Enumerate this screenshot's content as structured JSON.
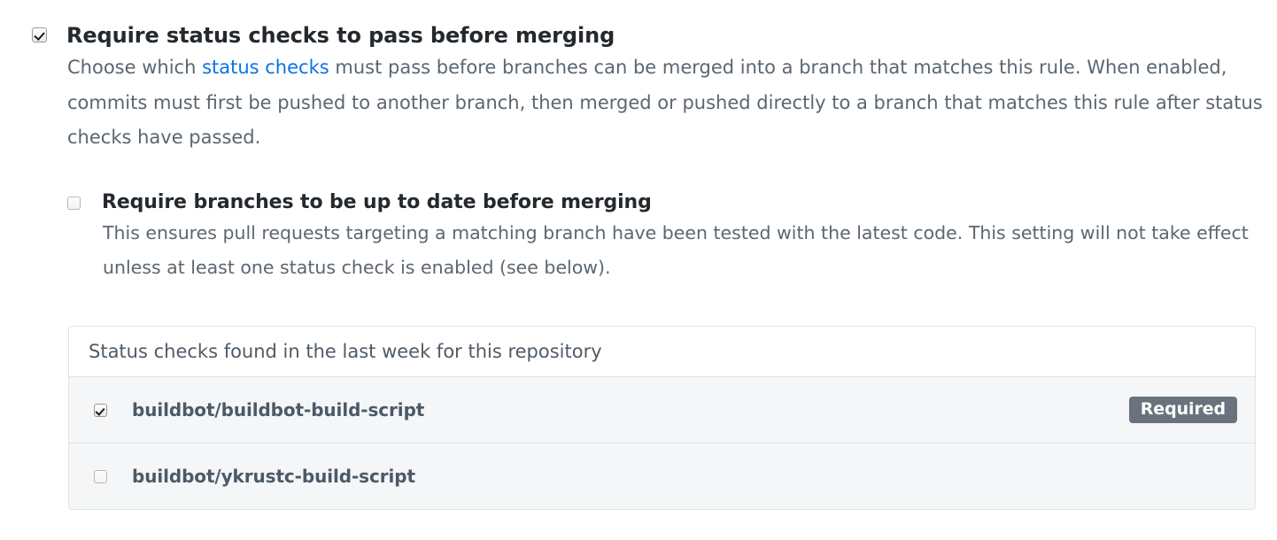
{
  "main_option": {
    "checkbox_state": "checked",
    "label": "Require status checks to pass before merging",
    "description_part1": "Choose which ",
    "description_link": "status checks",
    "description_part2": " must pass before branches can be merged into a branch that matches this rule. When enabled, commits must first be pushed to another branch, then merged or pushed directly to a branch that matches this rule after status checks have passed."
  },
  "sub_option": {
    "checkbox_state": "unchecked",
    "label": "Require branches to be up to date before merging",
    "description": "This ensures pull requests targeting a matching branch have been tested with the latest code. This setting will not take effect unless at least one status check is enabled (see below)."
  },
  "status_checks_panel": {
    "header": "Status checks found in the last week for this repository",
    "rows": [
      {
        "checkbox_state": "checked",
        "name": "buildbot/buildbot-build-script",
        "badge": "Required"
      },
      {
        "checkbox_state": "unchecked",
        "name": "buildbot/ykrustc-build-script",
        "badge": ""
      }
    ]
  },
  "colors": {
    "link": "#0b72e7",
    "heading": "#24292e",
    "body_text": "#5b6670",
    "row_text": "#4c5966",
    "badge_bg": "#6a737d",
    "panel_border": "#e1e4e8",
    "row_bg": "#f4f6f7"
  }
}
